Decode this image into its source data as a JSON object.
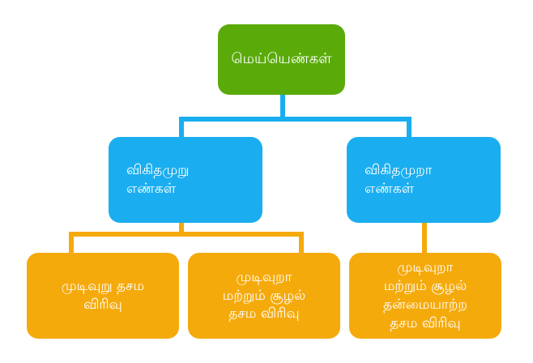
{
  "diagram": {
    "colors": {
      "root": "#5aab0a",
      "level1": "#1aaef0",
      "level2": "#f5aa0c",
      "text": "#ffffff"
    },
    "root": {
      "label": "மெய்யெண்கள்"
    },
    "rational": {
      "label": "விகிதமுறு\nஎண்கள்",
      "children": [
        {
          "label": "முடிவுறு தசம\nவிரிவு"
        },
        {
          "label": "முடிவுறா\nமற்றும் சூழல்\nதசம விரிவு"
        }
      ]
    },
    "irrational": {
      "label": "விகிதமுறா\nஎண்கள்",
      "children": [
        {
          "label": "முடிவுறா\nமற்றும் சூழல்\nதன்மையாற்ற\nதசம விரிவு"
        }
      ]
    }
  }
}
